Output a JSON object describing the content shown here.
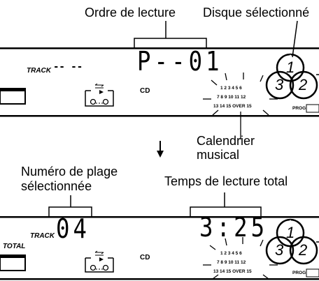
{
  "labels": {
    "ordre": "Ordre de lecture",
    "disque": "Disque sélectionné",
    "calendrier_1": "Calendrier",
    "calendrier_2": "musical",
    "numero_1": "Numéro de plage",
    "numero_2": "sélectionnée",
    "temps": "Temps de lecture total"
  },
  "panel_top": {
    "track_label": "TRACK",
    "track_value": "-- --",
    "display": "P--01",
    "cd": "CD",
    "prog": "PROG",
    "calendar": {
      "row1": "1 2 3 4 5 6",
      "row2": "7 8 9 10 11 12",
      "row3": "13 14 15 OVER 15"
    },
    "disc_digits": [
      "1",
      "3",
      "2"
    ]
  },
  "panel_bottom": {
    "track_label": "TRACK",
    "total_label": "TOTAL",
    "track_value": "04",
    "time": "3:25",
    "cd": "CD",
    "prog": "PROG",
    "calendar": {
      "row1": "1 2 3 4 5 6",
      "row2": "7 8 9 10 11 12",
      "row3": "13 14 15 OVER 15"
    },
    "disc_digits": [
      "1",
      "3",
      "2"
    ]
  }
}
